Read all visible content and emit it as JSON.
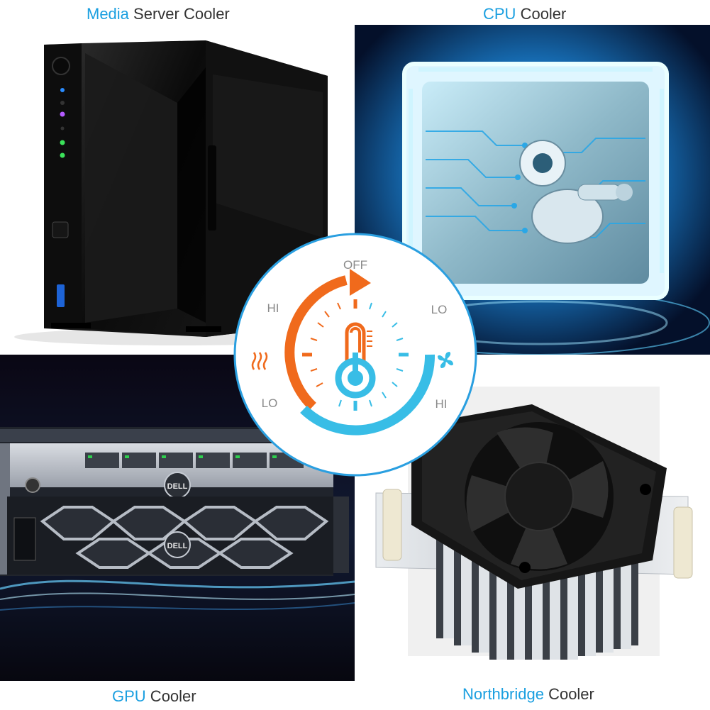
{
  "captions": {
    "media": {
      "highlight": "Media",
      "rest": " Server Cooler"
    },
    "cpu": {
      "highlight": "CPU",
      "rest": " Cooler"
    },
    "gpu": {
      "highlight": "GPU",
      "rest": " Cooler"
    },
    "northbridge": {
      "highlight": "Northbridge",
      "rest": " Cooler"
    }
  },
  "dial": {
    "top_label": "OFF",
    "left_upper": "HI",
    "left_lower": "LO",
    "right_upper": "LO",
    "right_lower": "HI",
    "heat_icon": "heat-waves-icon",
    "cool_icon": "fan-icon",
    "center_icon": "thermometer-icon"
  },
  "server_brand": {
    "top": "DELL",
    "front": "DELL"
  },
  "colors": {
    "highlight": "#1a9fe0",
    "heat": "#f06a1c",
    "cool": "#38bde6"
  }
}
